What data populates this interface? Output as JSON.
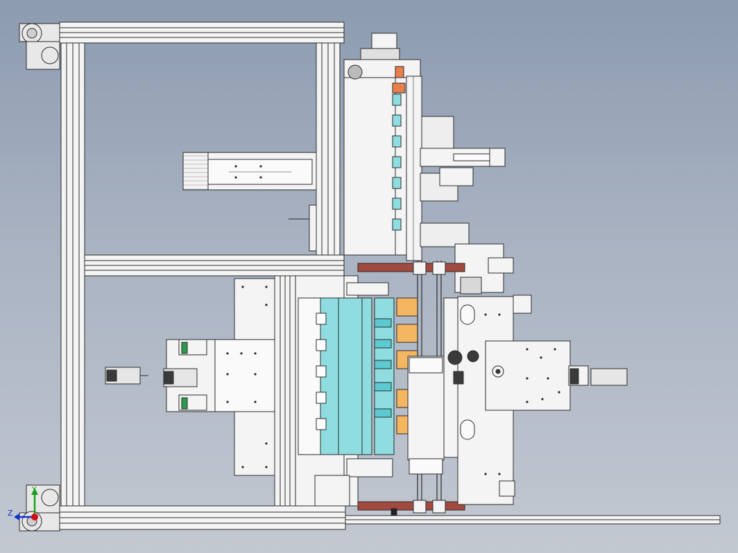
{
  "viewport": {
    "background_top": "#8d9bb0",
    "background_bottom": "#c3c8d1",
    "content": "cad-assembly-top-view"
  },
  "triad": {
    "axis_y_label": "Y",
    "axis_z_label": "Z",
    "x_color": "#d01010",
    "y_color": "#1aa01a",
    "z_color": "#1030d0"
  },
  "colors": {
    "frame": "#f4f4f4",
    "line": "#2a2a2a",
    "cyan": "#8fdde0",
    "orange": "#f5b661",
    "red_rod": "#a24a3f",
    "green": "#2c9b4d",
    "dark": "#3a3a3a",
    "panel": "#ececec"
  }
}
